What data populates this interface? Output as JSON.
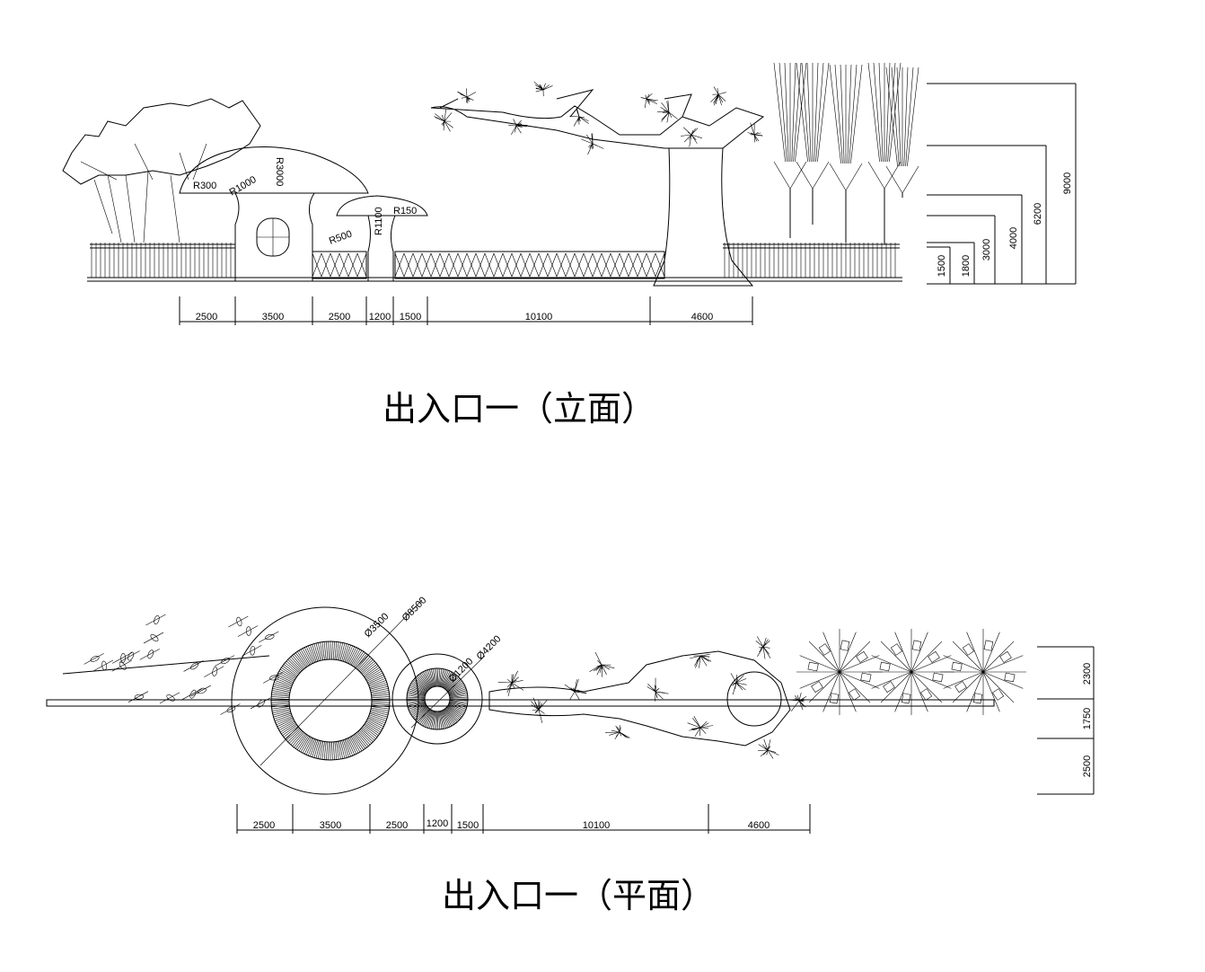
{
  "elevation": {
    "title": "出入口一（立面）",
    "dims": [
      "2500",
      "3500",
      "2500",
      "1200",
      "1500",
      "10100",
      "4600"
    ],
    "heights": [
      "1500",
      "1800",
      "3000",
      "4000",
      "6200",
      "9000"
    ],
    "radii": [
      "R300",
      "R1000",
      "R3000",
      "R500",
      "R1100",
      "R150"
    ]
  },
  "plan": {
    "title": "出入口一（平面）",
    "dims": [
      "2500",
      "3500",
      "2500",
      "1200",
      "1500",
      "10100",
      "4600"
    ],
    "widths": [
      "2300",
      "1750",
      "2500"
    ],
    "diameters": [
      "Ø3500",
      "Ø8500",
      "Ø1200",
      "Ø4200"
    ]
  }
}
